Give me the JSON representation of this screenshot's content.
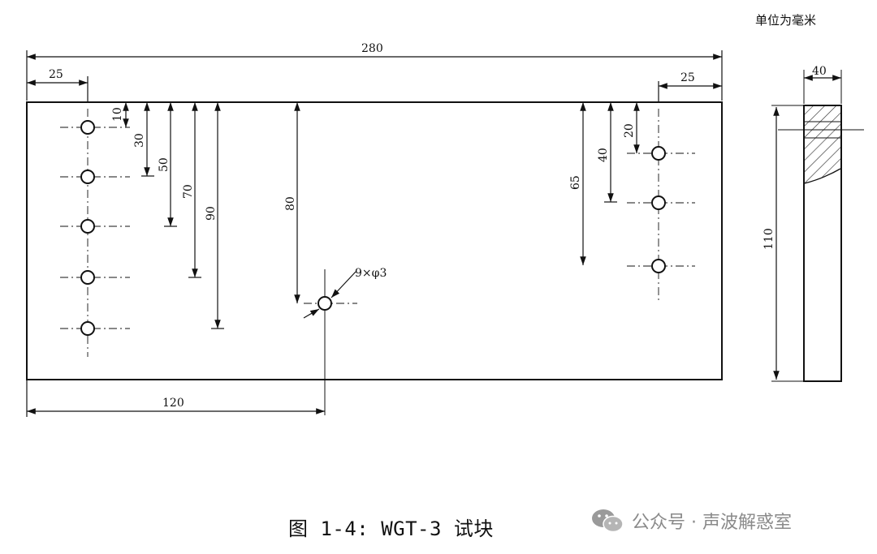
{
  "unit_note": "单位为毫米",
  "caption": "图 1-4: WGT-3 试块",
  "watermark": {
    "text": "公众号 · 声波解惑室",
    "icon": "wechat-icon"
  },
  "dimensions": {
    "overall_length": "280",
    "left_offset": "25",
    "right_offset": "25",
    "left_depths": [
      "10",
      "30",
      "50",
      "70",
      "90"
    ],
    "center_depth": "80",
    "right_depths": [
      "20",
      "40",
      "65"
    ],
    "hole_spec": "9×φ3",
    "center_hole_distance": "120",
    "thickness": "40",
    "height": "110"
  }
}
